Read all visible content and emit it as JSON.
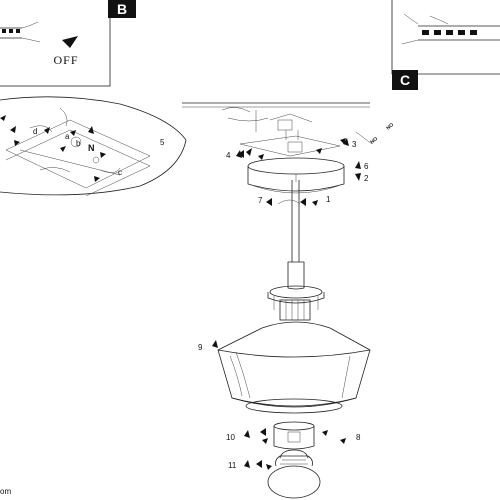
{
  "panels": {
    "b_tag": "B",
    "c_tag": "C",
    "off_label": "OFF"
  },
  "callouts": {
    "n1": "1",
    "n2": "2",
    "n3": "3",
    "n4": "4",
    "n5": "5",
    "n6": "6",
    "n7": "7",
    "n8": "8",
    "n9": "9",
    "n10": "10",
    "n11": "11"
  },
  "detail_letters": {
    "a": "a",
    "b": "b",
    "c": "c",
    "d": "d"
  },
  "footer_fragment": "om"
}
